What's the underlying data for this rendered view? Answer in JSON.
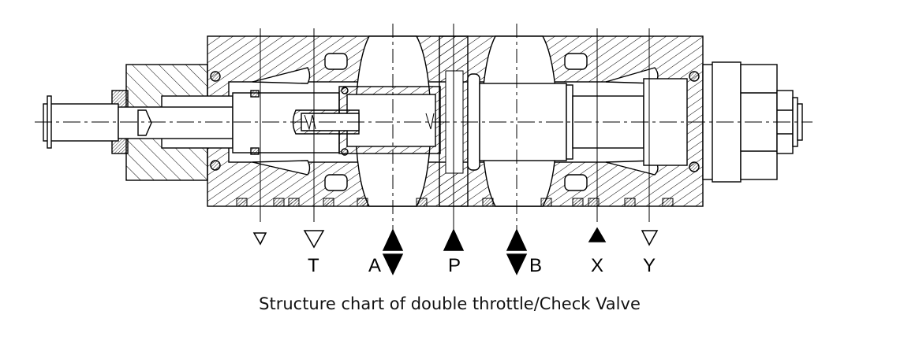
{
  "diagram": {
    "caption": "Structure chart of double throttle/Check Valve",
    "ports": [
      {
        "label": "",
        "symbol": "tank-small-open-triangle"
      },
      {
        "label": "T",
        "symbol": "tank-open-triangle"
      },
      {
        "label": "A",
        "symbol": "bidirectional-filled-triangles"
      },
      {
        "label": "P",
        "symbol": "pressure-filled-triangle"
      },
      {
        "label": "B",
        "symbol": "bidirectional-filled-triangles"
      },
      {
        "label": "X",
        "symbol": "pilot-filled-triangle"
      },
      {
        "label": "Y",
        "symbol": "drain-open-triangle"
      }
    ],
    "colors": {
      "line": "#000000",
      "background": "#ffffff"
    }
  }
}
